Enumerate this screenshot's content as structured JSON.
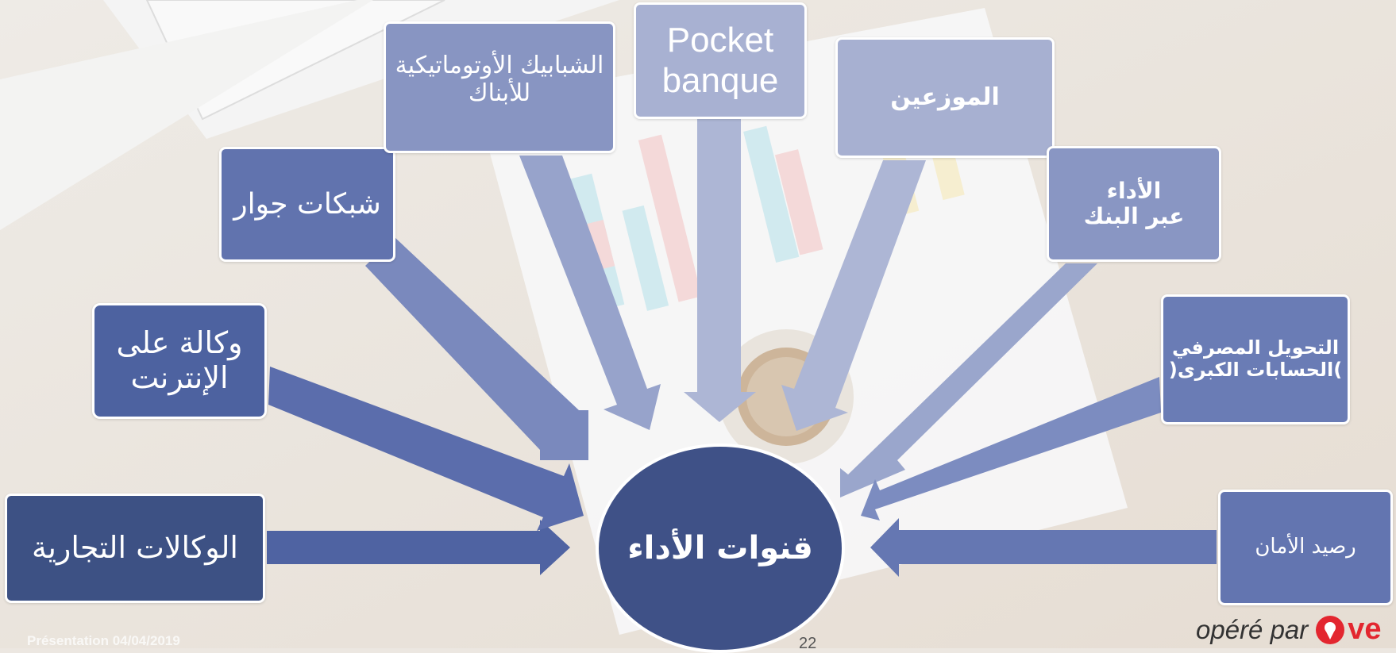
{
  "center_label": "قنوات الأداء",
  "boxes": {
    "commercial_agencies": "الوكالات التجارية",
    "online_agency_line1": "وكالة على",
    "online_agency_line2": "الإنترنت",
    "neighborhood_networks": "شبكات جوار",
    "atms_line1": "الشبابيك الأوتوماتيكية",
    "atms_line2": "للأبناك",
    "pocket_line1": "Pocket",
    "pocket_line2": "banque",
    "distributors": "الموزعين",
    "bank_payment_line1": "الأداء",
    "bank_payment_line2": "عبر البنك",
    "transfer_line1": "التحويل المصرفي",
    "transfer_line2": ")الحسابات الكبرى(",
    "safety_balance": "رصيد الأمان"
  },
  "footer": {
    "presentation": "Présentation 04/04/2019",
    "page_number": "22"
  },
  "logo": {
    "text": "opéré par",
    "brand": "ve"
  },
  "colors": {
    "dark_navy": "#3d5184",
    "navy": "#4d62a0",
    "medium": "#6476b0",
    "light": "#8a96c1",
    "pale": "#a9b2d1",
    "center": "#3f5187",
    "logo_red": "#e3262f"
  }
}
